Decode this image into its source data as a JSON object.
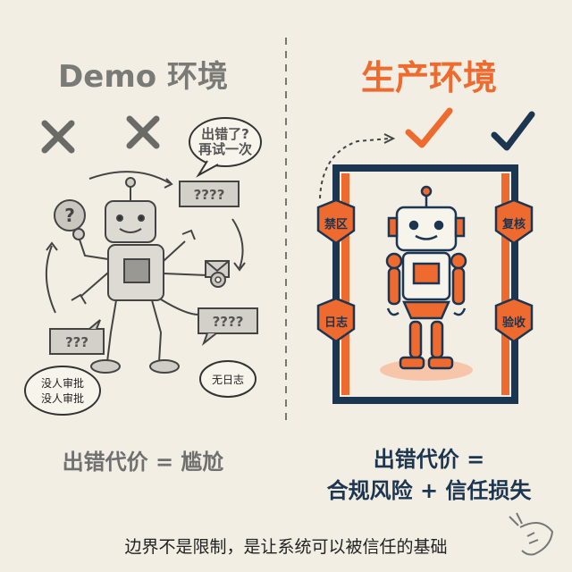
{
  "left": {
    "title": "Demo 环境",
    "bubble_top": "出错了?\n再试一次",
    "q1": "????",
    "q2": "????",
    "q3": "???",
    "note_people": "没人审批\n没人审批",
    "note_log": "无日志",
    "cost": "出错代价 = 尴尬"
  },
  "right": {
    "title": "生产环境",
    "tags": [
      "禁区",
      "复核",
      "日志",
      "验收"
    ],
    "cost_line1": "出错代价 =",
    "cost_line2": "合规风险 + 信任损失"
  },
  "footer": "边界不是限制，是让系统可以被信任的基础",
  "colors": {
    "orange": "#ef6a2e",
    "navy": "#1c3550",
    "gray": "#7a7a76",
    "bg": "#f2eee3"
  }
}
